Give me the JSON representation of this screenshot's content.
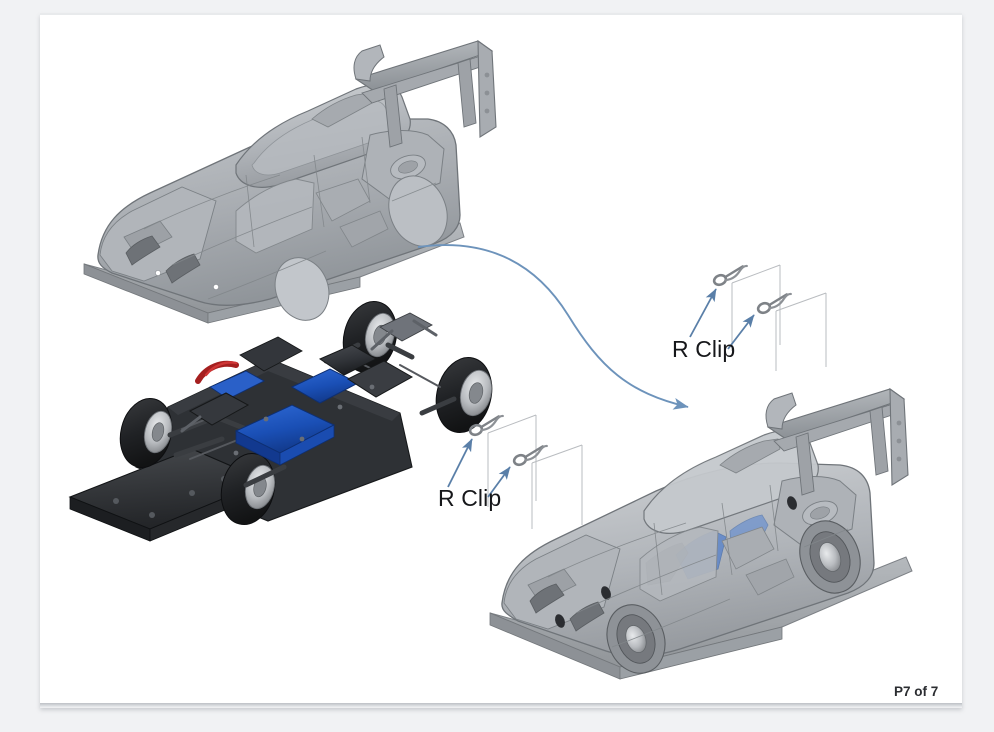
{
  "document": {
    "type": "assembly-instruction-sheet",
    "page_label": "P7 of 7",
    "background_color": "#f1f2f4",
    "page_color": "#ffffff"
  },
  "annotations": {
    "rclip_top_label": "R Clip",
    "rclip_bottom_label": "R Clip",
    "arrow_color": "#5a7fa8",
    "text_color": "#16171a"
  },
  "figure": {
    "title": "RC race car body shell installation",
    "parts": [
      {
        "name": "body-shell",
        "label": "LMP race car body shell",
        "position": "top-left",
        "color": "#a0a4a9",
        "style": "translucent CAD shell with rear wing"
      },
      {
        "name": "chassis",
        "label": "RC car rolling chassis",
        "position": "center-left",
        "colors": [
          "#2b2d30",
          "#1f55b8",
          "#a01c1c",
          "#d6d8da"
        ],
        "style": "assembled chassis with four wheels, electronics and front splitter"
      },
      {
        "name": "assembled-car",
        "label": "Completed car with body fitted",
        "position": "bottom-right",
        "color": "#a9adb2",
        "style": "body shell mounted over chassis"
      },
      {
        "name": "r-clip-top-1",
        "label": "R Clip",
        "color": "#8d9196"
      },
      {
        "name": "r-clip-top-2",
        "label": "R Clip",
        "color": "#8d9196"
      },
      {
        "name": "r-clip-bottom-1",
        "label": "R Clip",
        "color": "#8d9196"
      },
      {
        "name": "r-clip-bottom-2",
        "label": "R Clip",
        "color": "#8d9196"
      }
    ],
    "flow_arrow": {
      "name": "body-to-chassis-arrow",
      "description": "curved arrow from body shell to assembled car",
      "color": "#5a7fa8"
    },
    "guide_lines": {
      "color": "#b9bcc0",
      "description": "thin vertical assembly guide lines from R clips to body posts"
    }
  }
}
